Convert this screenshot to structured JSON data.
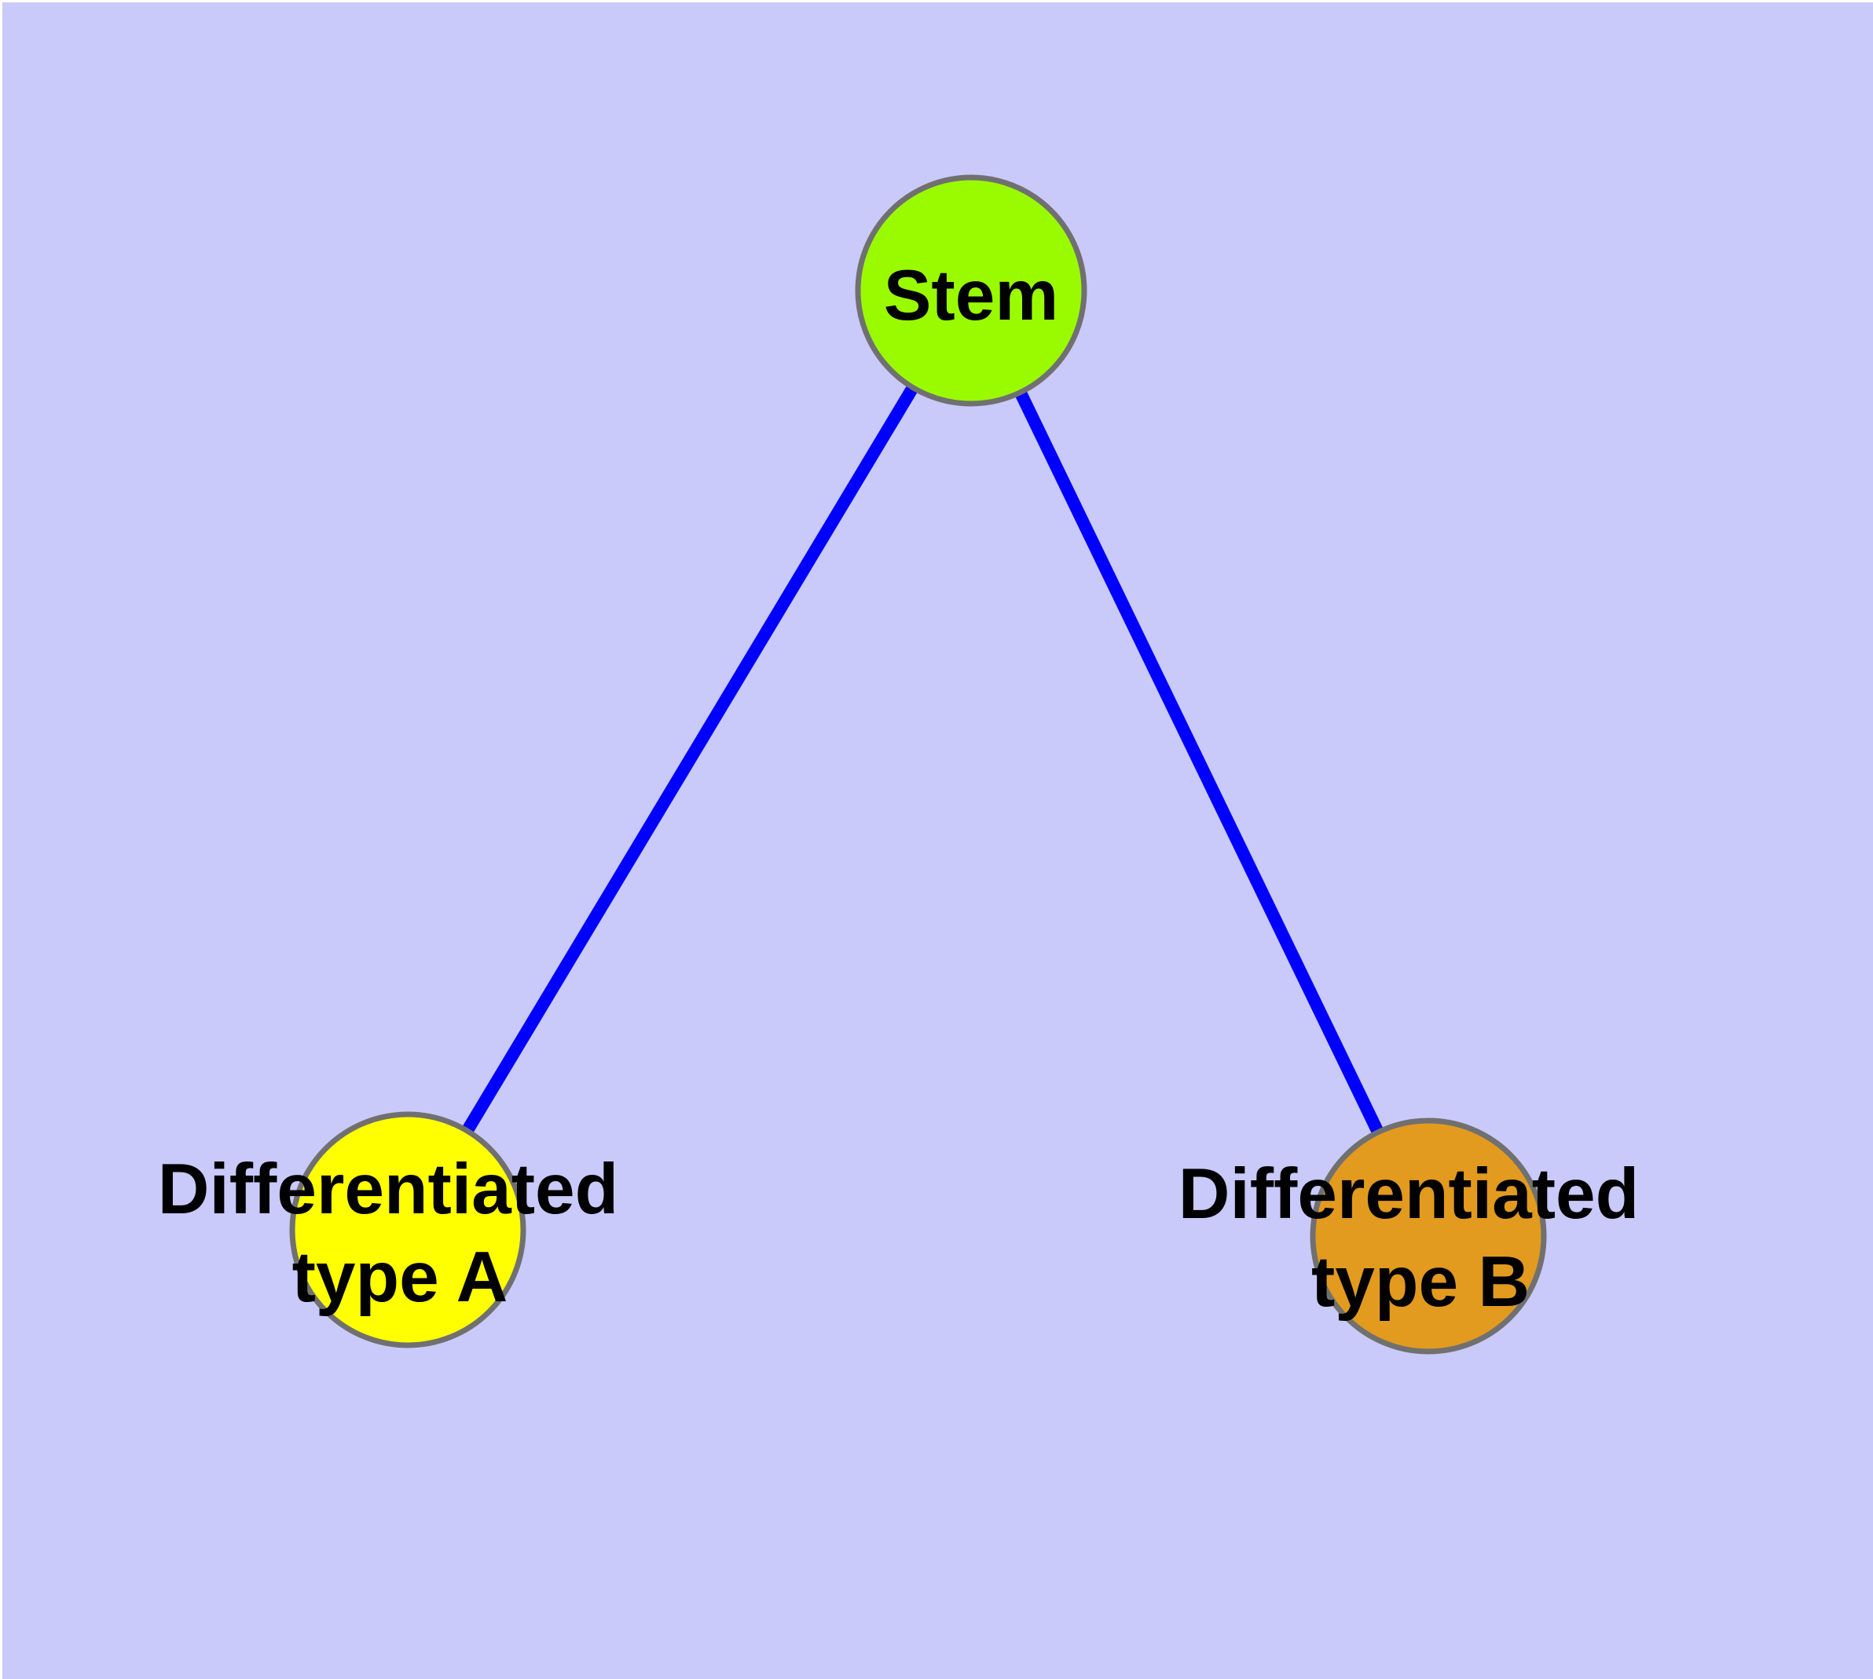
{
  "canvas": {
    "background_color": "#C9C9FA",
    "page_edge_color": "#FFFFFF",
    "text_color": "#000000"
  },
  "edges": {
    "color": "#0000FF",
    "list": [
      {
        "from": "Stem",
        "to": "Differentiated type A"
      },
      {
        "from": "Stem",
        "to": "Differentiated type B"
      }
    ]
  },
  "nodes": {
    "border_color": "#707070",
    "stem": {
      "label": "Stem",
      "fill": "#9AFB00"
    },
    "type_a": {
      "lines": [
        "Differentiated",
        "type A"
      ],
      "fill": "#FFFF00"
    },
    "type_b": {
      "lines": [
        "Differentiated",
        "type B"
      ],
      "fill": "#E29A1F"
    }
  }
}
